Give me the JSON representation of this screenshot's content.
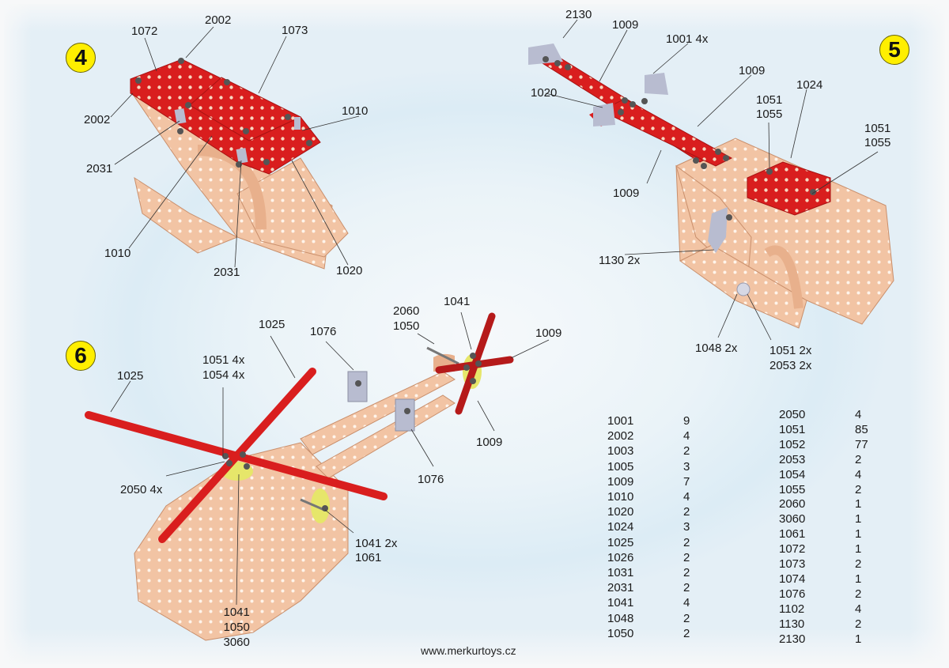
{
  "steps": [
    {
      "number": "4",
      "callouts": [
        "1072",
        "2002",
        "1073",
        "2002",
        "1010",
        "2031",
        "1010",
        "2031",
        "1020"
      ]
    },
    {
      "number": "5",
      "callouts": [
        "2130",
        "1009",
        "1001 4x",
        "1009",
        "1020",
        "1024",
        "1051",
        "1055",
        "1051",
        "1055",
        "1009",
        "1130 2x",
        "1048 2x",
        "1051 2x",
        "2053 2x"
      ]
    },
    {
      "number": "6",
      "callouts": [
        "1025",
        "1076",
        "2060",
        "1050",
        "1041",
        "1009",
        "1025",
        "1051 4x",
        "1054 4x",
        "1009",
        "2050 4x",
        "1076",
        "1041 2x",
        "1061",
        "1041",
        "1050",
        "3060"
      ]
    }
  ],
  "parts_list": {
    "left": [
      {
        "code": "1001",
        "qty": "9"
      },
      {
        "code": "2002",
        "qty": "4"
      },
      {
        "code": "1003",
        "qty": "2"
      },
      {
        "code": "1005",
        "qty": "3"
      },
      {
        "code": "1009",
        "qty": "7"
      },
      {
        "code": "1010",
        "qty": "4"
      },
      {
        "code": "1020",
        "qty": "2"
      },
      {
        "code": "1024",
        "qty": "3"
      },
      {
        "code": "1025",
        "qty": "2"
      },
      {
        "code": "1026",
        "qty": "2"
      },
      {
        "code": "1031",
        "qty": "2"
      },
      {
        "code": "2031",
        "qty": "2"
      },
      {
        "code": "1041",
        "qty": "4"
      },
      {
        "code": "1048",
        "qty": "2"
      },
      {
        "code": "1050",
        "qty": "2"
      }
    ],
    "right": [
      {
        "code": "2050",
        "qty": "4"
      },
      {
        "code": "1051",
        "qty": "85"
      },
      {
        "code": "1052",
        "qty": "77"
      },
      {
        "code": "2053",
        "qty": "2"
      },
      {
        "code": "1054",
        "qty": "4"
      },
      {
        "code": "1055",
        "qty": "2"
      },
      {
        "code": "2060",
        "qty": "1"
      },
      {
        "code": "3060",
        "qty": "1"
      },
      {
        "code": "1061",
        "qty": "1"
      },
      {
        "code": "1072",
        "qty": "1"
      },
      {
        "code": "1073",
        "qty": "2"
      },
      {
        "code": "1074",
        "qty": "1"
      },
      {
        "code": "1076",
        "qty": "2"
      },
      {
        "code": "1102",
        "qty": "4"
      },
      {
        "code": "1130",
        "qty": "2"
      },
      {
        "code": "2130",
        "qty": "1"
      }
    ]
  },
  "footer": {
    "url": "www.merkurtoys.cz"
  },
  "colors": {
    "badge": "#ffef00",
    "red_part": "#d91e1e",
    "copper_part": "#f2c4a4",
    "silver_part": "#b8bcd0",
    "yellow_part": "#e6e66a"
  }
}
